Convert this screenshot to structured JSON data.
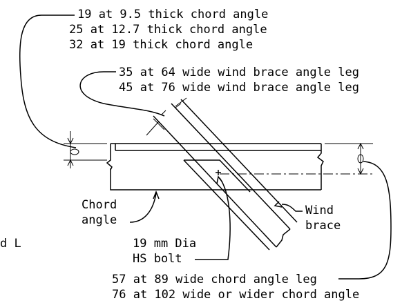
{
  "notes": {
    "chord_thickness": [
      "19 at 9.5 thick chord angle",
      "25 at 12.7 thick chord angle",
      "32 at 19 thick chord angle"
    ],
    "wind_brace_leg": [
      "35 at 64 wide wind brace angle leg",
      "45 at 76 wide wind brace angle leg"
    ],
    "chord_leg": [
      "57 at 89 wide chord angle leg",
      "76 at 102 wide or wider chord angle"
    ]
  },
  "labels": {
    "chord_angle": [
      "Chord",
      "angle"
    ],
    "wind_brace": [
      "Wind",
      "brace"
    ],
    "bolt": [
      "19 mm Dia",
      "HS bolt"
    ],
    "cut_off": "d L"
  }
}
